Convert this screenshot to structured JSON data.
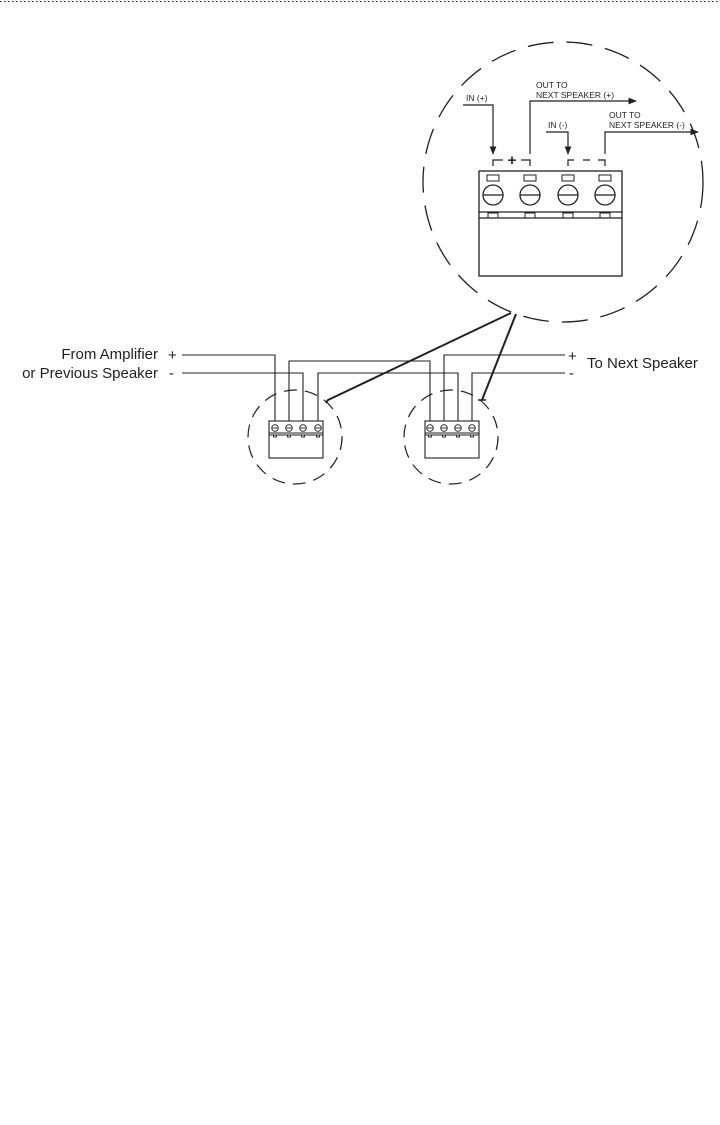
{
  "diagram": {
    "detail": {
      "in_plus": "IN (+)",
      "out_plus_line1": "OUT TO",
      "out_plus_line2": "NEXT SPEAKER (+)",
      "in_minus": "IN (-)",
      "out_minus_line1": "OUT TO",
      "out_minus_line2": "NEXT SPEAKER (-)",
      "plus_sign": "+"
    },
    "wiring": {
      "source_line1": "From Amplifier",
      "source_line2": "or Previous Speaker",
      "plus": "+",
      "minus": "-",
      "destination": "To Next Speaker"
    }
  },
  "colors": {
    "ink": "#231f20",
    "background": "#ffffff"
  }
}
